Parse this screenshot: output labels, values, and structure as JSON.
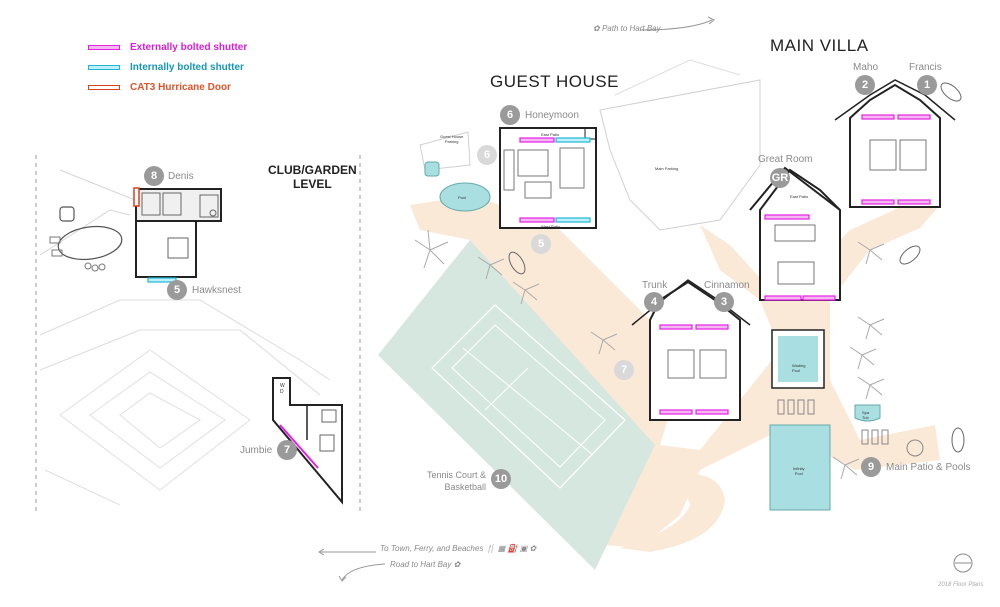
{
  "legend": {
    "items": [
      {
        "label": "Externally bolted shutter",
        "color": "#e61ee6",
        "fill": "#f4b8f0",
        "text_color": "#d61ed6"
      },
      {
        "label": "Internally bolted shutter",
        "color": "#1eb7d6",
        "fill": "#bff0fa",
        "text_color": "#1797b3"
      },
      {
        "label": "CAT3 Hurricane Door",
        "color": "#d8401e",
        "fill": "#ffffff",
        "text_color": "#e0522a"
      }
    ]
  },
  "sections": {
    "club_garden": "CLUB/GARDEN\nLEVEL",
    "guest_house": "GUEST HOUSE",
    "main_villa": "MAIN VILLA"
  },
  "rooms": [
    {
      "number": "8",
      "name": "Denis"
    },
    {
      "number": "5",
      "name": "Hawksnest"
    },
    {
      "number": "7",
      "name": "Jumbie"
    },
    {
      "number": "6",
      "name": "Honeymoon"
    },
    {
      "number": "2",
      "name": "Maho"
    },
    {
      "number": "1",
      "name": "Francis"
    },
    {
      "number": "GR",
      "name": "Great Room"
    },
    {
      "number": "4",
      "name": "Trunk"
    },
    {
      "number": "3",
      "name": "Cinnamon"
    },
    {
      "number": "9",
      "name": "Main Patio & Pools"
    },
    {
      "number": "10",
      "name": "Tennis Court &\nBasketball"
    }
  ],
  "paths": {
    "hart_bay": "Path to Hart Bay",
    "town": "To Town, Ferry, and Beaches",
    "town_icons": "🍴 ▦ ⛽ ▣ ✿",
    "road": "Road to Hart Bay",
    "palm": "✿"
  },
  "plan_labels": {
    "guest_parking": "Guest House\nParking",
    "main_parking": "Main Parking",
    "pool": "Pool",
    "spa": "Spa\nTub",
    "plunge": "Wading\nPool",
    "infinity": "Infinity\nPool",
    "east_patio": "East Patio",
    "west_patio": "West Patio",
    "east_patio_gr": "East Patio",
    "wd": "W\nD"
  },
  "footer": "2018 Floor Plans",
  "colors": {
    "path_fill": "#fbe9d8",
    "court_fill": "#d6e7df",
    "pool_fill": "#a9dfe1",
    "wall": "#222222",
    "outline": "#c9c9c9"
  }
}
